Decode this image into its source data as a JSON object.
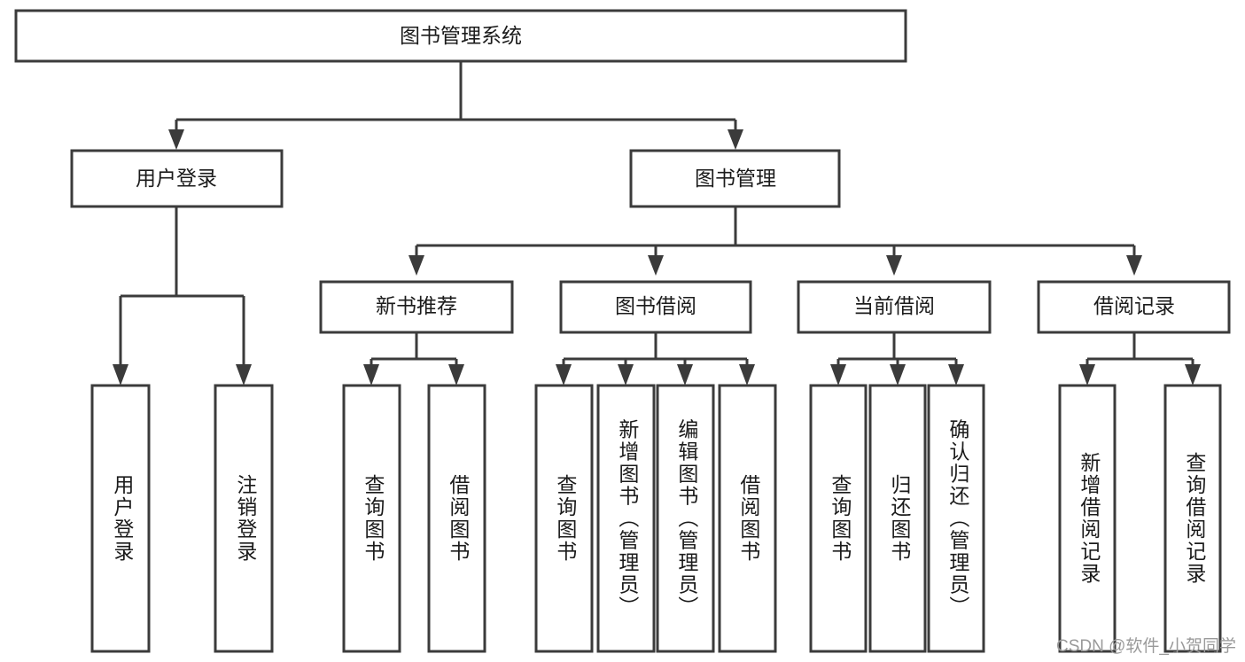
{
  "diagram": {
    "type": "tree-hierarchy-flowchart",
    "title": "图书管理系统",
    "watermark": "CSDN @软件_小贺同学",
    "colors": {
      "stroke": "#3b3b3b",
      "box_fill": "#ffffff",
      "text": "#1b1b1b",
      "background": "#ffffff",
      "watermark": "#9a9a9a"
    },
    "levels": {
      "root": {
        "label": "图书管理系统"
      },
      "level2": [
        {
          "label": "用户登录"
        },
        {
          "label": "图书管理"
        }
      ],
      "level3": [
        {
          "label": "新书推荐"
        },
        {
          "label": "图书借阅"
        },
        {
          "label": "当前借阅"
        },
        {
          "label": "借阅记录"
        }
      ],
      "leaves": {
        "user_login": [
          {
            "label": "用户登录"
          },
          {
            "label": "注销登录"
          }
        ],
        "new_book_recommend": [
          {
            "label": "查询图书"
          },
          {
            "label": "借阅图书"
          }
        ],
        "book_borrow": [
          {
            "label": "查询图书"
          },
          {
            "label": "新增图书（管理员）"
          },
          {
            "label": "编辑图书（管理员）"
          },
          {
            "label": "借阅图书"
          }
        ],
        "current_borrow": [
          {
            "label": "查询图书"
          },
          {
            "label": "归还图书"
          },
          {
            "label": "确认归还（管理员）"
          }
        ],
        "borrow_record": [
          {
            "label": "新增借阅记录"
          },
          {
            "label": "查询借阅记录"
          }
        ]
      }
    }
  }
}
